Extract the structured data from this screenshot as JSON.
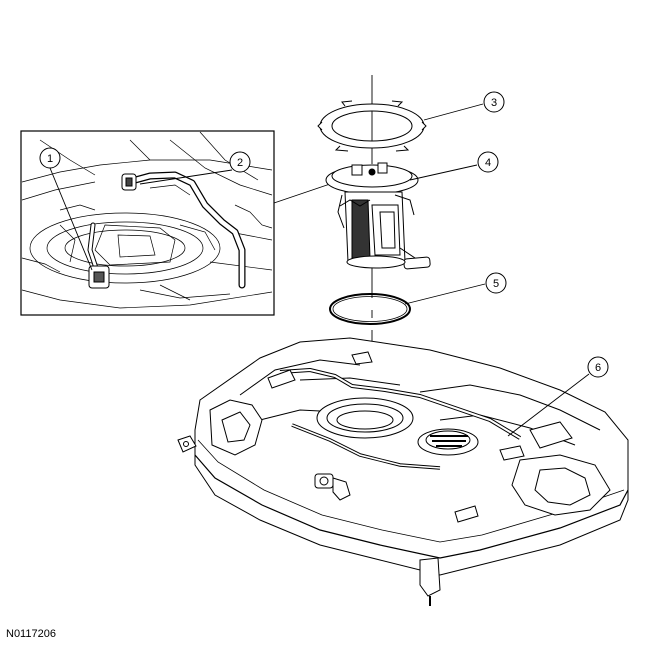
{
  "figure_id": "N0117206",
  "callouts": [
    {
      "id": "callout-1",
      "label": "1"
    },
    {
      "id": "callout-2",
      "label": "2"
    },
    {
      "id": "callout-3",
      "label": "3"
    },
    {
      "id": "callout-4",
      "label": "4"
    },
    {
      "id": "callout-5",
      "label": "5"
    },
    {
      "id": "callout-6",
      "label": "6"
    }
  ]
}
